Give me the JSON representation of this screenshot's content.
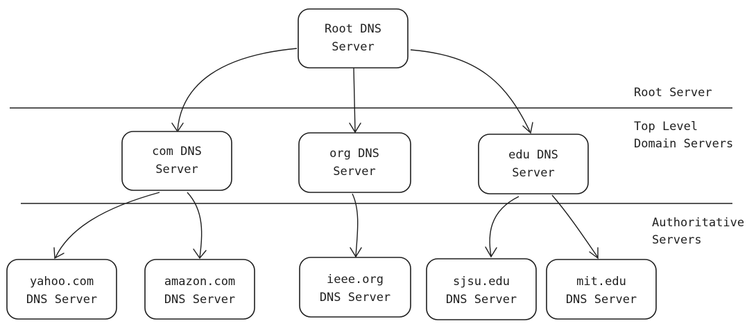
{
  "nodes": {
    "root": {
      "line1": "Root DNS",
      "line2": "Server"
    },
    "com": {
      "line1": "com DNS",
      "line2": "Server"
    },
    "org": {
      "line1": "org DNS",
      "line2": "Server"
    },
    "edu": {
      "line1": "edu DNS",
      "line2": "Server"
    },
    "yahoo": {
      "line1": "yahoo.com",
      "line2": "DNS Server"
    },
    "amazon": {
      "line1": "amazon.com",
      "line2": "DNS Server"
    },
    "ieee": {
      "line1": "ieee.org",
      "line2": "DNS Server"
    },
    "sjsu": {
      "line1": "sjsu.edu",
      "line2": "DNS Server"
    },
    "mit": {
      "line1": "mit.edu",
      "line2": "DNS Server"
    }
  },
  "tiers": {
    "root": {
      "line1": "Root Server"
    },
    "tld": {
      "line1": "Top Level",
      "line2": "Domain Servers"
    },
    "authoritative": {
      "line1": "Authoritative",
      "line2": "Servers"
    }
  },
  "edges": [
    {
      "from": "root",
      "to": "com"
    },
    {
      "from": "root",
      "to": "org"
    },
    {
      "from": "root",
      "to": "edu"
    },
    {
      "from": "com",
      "to": "yahoo"
    },
    {
      "from": "com",
      "to": "amazon"
    },
    {
      "from": "org",
      "to": "ieee"
    },
    {
      "from": "edu",
      "to": "sjsu"
    },
    {
      "from": "edu",
      "to": "mit"
    }
  ]
}
